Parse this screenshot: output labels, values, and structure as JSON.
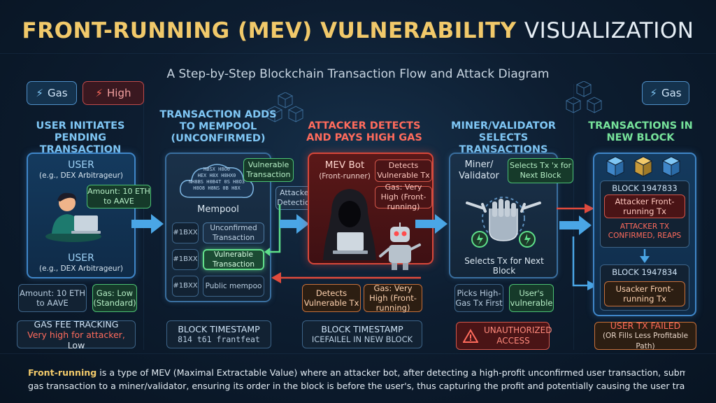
{
  "title": {
    "part1": "FRONT-RUNNING (MEV) VULNERABILITY",
    "part2": "VISUALIZATION"
  },
  "subtitle": "A Step-by-Step Blockchain Transaction Flow and Attack Diagram",
  "pills": {
    "gas_left": "Gas",
    "high": "High",
    "gas_right": "Gas"
  },
  "colors": {
    "gold": "#f1c96a",
    "blue": "#3f86c8",
    "red": "#d8473a",
    "green": "#4cc173"
  },
  "step1": {
    "heading": "USER INITIATES PENDING TRANSACTION",
    "user_top": "USER",
    "user_top_sub": "(e.g., DEX Arbitrageur)",
    "amount_tag": "Amount: 10 ETH to AAVE",
    "user_bottom": "USER",
    "user_bottom_sub": "(e.g., DEX Arbitrageur)",
    "amount_box": "Amount: 10 ETH to AAVE",
    "gas_box": "Gas: Low (Standard)",
    "footer_title": "GAS FEE TRACKING",
    "footer_red": "Very high for attacker,",
    "footer_white": "Low"
  },
  "step2": {
    "heading": "TRANSACTION ADDS TO MEMPOOL (UNCONFIRMED)",
    "cloud_lines": [
      "HBSX H8O0",
      "HEX H8X H8HX0",
      "NH8BS H0B4T 0S H8O3",
      "H8O8 H8NS 0B H8X"
    ],
    "mempool_label": "Mempool",
    "vulnerable_tag": "Vulnerable Transaction",
    "detection_tag": "Attacker Detection",
    "rows": [
      {
        "id": "#1BXX",
        "label": "Unconfirmed Transaction"
      },
      {
        "id": "#1BXX",
        "label": "Vulnerable Transaction"
      },
      {
        "id": "#1BXX",
        "label": "Public mempoo"
      }
    ],
    "footer_title": "BLOCK TIMESTAMP",
    "footer_value": "814 t61 frantfeat"
  },
  "step3": {
    "heading": "ATTACKER DETECTS AND PAYS HIGH GAS",
    "bot_title": "MEV Bot",
    "bot_sub": "(Front-runner)",
    "detects_tag": "Detects Vulnerable Tx",
    "gas_tag": "Gas: Very High (Front-running)",
    "detects_box": "Detects Vulnerable Tx",
    "gas_box": "Gas: Very High (Front-running)",
    "footer_title": "BLOCK TIMESTAMP",
    "footer_value": "ICEFAILEL IN NEW BLOCK"
  },
  "step4": {
    "heading": "MINER/VALIDATOR SELECTS TRANSACTIONS",
    "miner_title": "Miner/ Validator",
    "selects_tag": "Selects Tx 'x for Next Block",
    "selects_label": "Selects Tx for Next Block",
    "picks_box": "Picks High-Gas Tx First",
    "users_box": "User's vulnerable",
    "footer": "UNAUTHORIZED ACCESS"
  },
  "step5": {
    "heading": "TRANSACTIONS IN NEW BLOCK",
    "block1": "BLOCK 1947833",
    "attacker_tx": "Attacker Front-running Tx",
    "confirmed": "ATTACKER TX CONFIRMED, REAPS",
    "block2": "BLOCK 1947834",
    "user_tx": "Usacker Front-running Tx",
    "footer_title": "USER TX FAILED",
    "footer_sub": "(OR Fills Less Profitable Path)"
  },
  "description": {
    "term": "Front-running",
    "line1": "is a type of MEV (Maximal Extractable Value) where an attacker bot, after detecting a high-profit unconfirmed user transaction, submits a identical but hi",
    "line2": "gas transaction to a miner/validator, ensuring its order in the block is before the user's, thus capturing the profit and potentially causing the user transaction to fail or be less c"
  }
}
